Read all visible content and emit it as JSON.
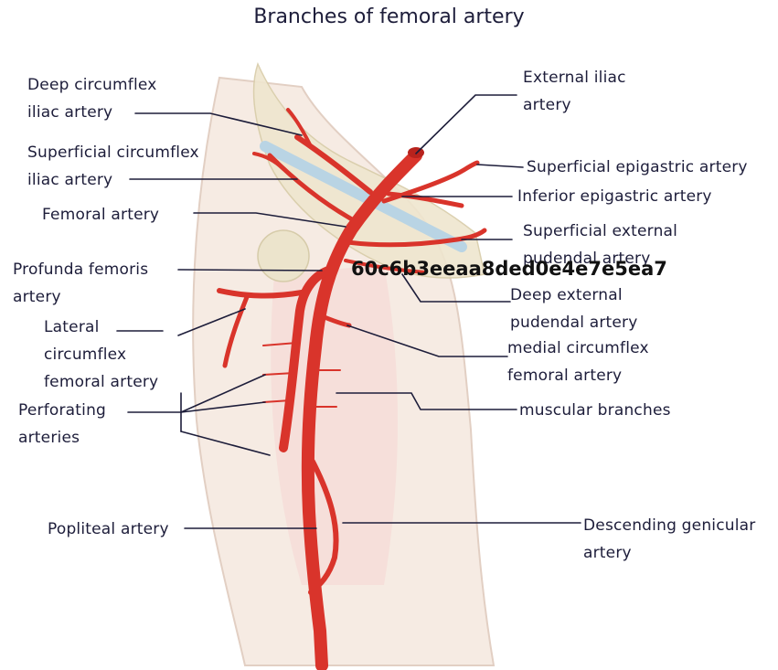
{
  "title": "Branches of femoral artery",
  "watermark": "60c6b3eeaa8ded0e4e7e5ea7",
  "colors": {
    "artery": "#d9342b",
    "artery_dark": "#b8231d",
    "skin": "#f3e3d9",
    "bone": "#e8ddc0",
    "ligament": "#bcd6e6",
    "ink": "#1d1d3a"
  },
  "labels": {
    "deep_circumflex_iliac": [
      "Deep circumflex",
      "iliac artery"
    ],
    "superficial_circumflex_iliac": [
      "Superficial circumflex",
      "iliac artery"
    ],
    "femoral": [
      "Femoral artery"
    ],
    "profunda_femoris": [
      "Profunda femoris",
      "artery"
    ],
    "lateral_circumflex_femoral": [
      "Lateral",
      "circumflex",
      "femoral artery"
    ],
    "perforating": [
      "Perforating",
      "arteries"
    ],
    "popliteal": [
      "Popliteal artery"
    ],
    "external_iliac": [
      "External iliac",
      "artery"
    ],
    "superficial_epigastric": [
      "Superficial epigastric artery"
    ],
    "inferior_epigastric": [
      "Inferior epigastric artery"
    ],
    "superficial_external_pudendal": [
      "Superficial external",
      "pudendal artery"
    ],
    "deep_external_pudendal": [
      "Deep external",
      "pudendal artery"
    ],
    "medial_circumflex_femoral": [
      "medial circumflex",
      "femoral artery"
    ],
    "muscular_branches": [
      "muscular branches"
    ],
    "descending_genicular": [
      "Descending genicular",
      "artery"
    ]
  }
}
